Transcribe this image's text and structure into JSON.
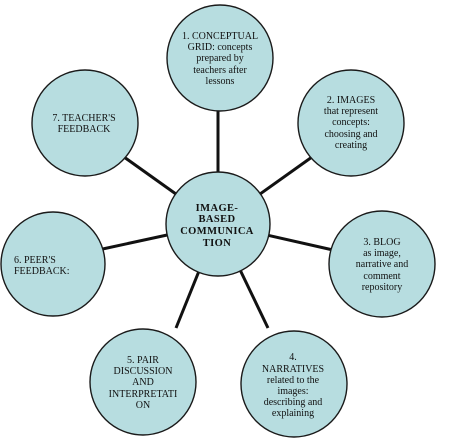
{
  "diagram": {
    "center": {
      "label_lines": [
        "IMAGE-",
        "BASED",
        "COMMUNICA",
        "TION"
      ]
    },
    "nodes": [
      {
        "id": 1,
        "label_lines": [
          "1. CONCEPTUAL",
          "GRID: concepts",
          "prepared by",
          "teachers after",
          "lessons"
        ]
      },
      {
        "id": 2,
        "label_lines": [
          "2. IMAGES",
          "that represent",
          "concepts:",
          "choosing and",
          "creating"
        ]
      },
      {
        "id": 3,
        "label_lines": [
          "3. BLOG",
          "as image,",
          "narrative and",
          "comment",
          "repository"
        ]
      },
      {
        "id": 4,
        "label_lines": [
          "4.",
          "NARRATIVES",
          "related to the",
          "images:",
          "describing and",
          "explaining"
        ]
      },
      {
        "id": 5,
        "label_lines": [
          "5. PAIR",
          "DISCUSSION",
          "AND",
          "INTERPRETATI",
          "ON"
        ]
      },
      {
        "id": 6,
        "label_lines": [
          "6. PEER'S",
          "FEEDBACK:"
        ]
      },
      {
        "id": 7,
        "label_lines": [
          "7. TEACHER'S",
          "FEEDBACK"
        ]
      }
    ],
    "colors": {
      "circle_fill": "#b7dde0",
      "circle_stroke": "#1a1a1a",
      "connector": "#111111"
    }
  }
}
